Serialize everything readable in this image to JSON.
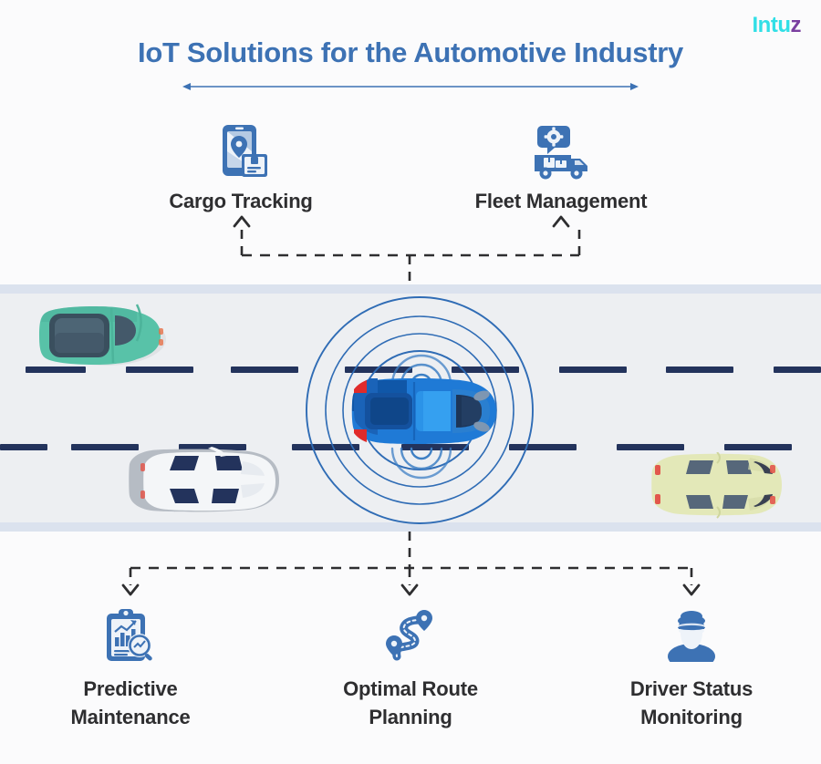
{
  "brand": {
    "name_main": "Intu",
    "name_accent": "z",
    "icon": "intuz-logo"
  },
  "header": {
    "title": "IoT Solutions for the Automotive Industry",
    "rule_icon": "double-arrow-rule",
    "title_color": "#3d72b4"
  },
  "features_top": [
    {
      "id": "cargo-tracking",
      "label": "Cargo Tracking",
      "icon": "phone-map-package-icon",
      "arrow": "arrow-up"
    },
    {
      "id": "fleet-management",
      "label": "Fleet Management",
      "icon": "truck-gear-icon",
      "arrow": "arrow-up"
    }
  ],
  "features_bottom": [
    {
      "id": "predictive-maintenance",
      "label_line1": "Predictive",
      "label_line2": "Maintenance",
      "icon": "clipboard-chart-magnifier-icon",
      "arrow": "arrow-down"
    },
    {
      "id": "optimal-route-planning",
      "label_line1": "Optimal Route",
      "label_line2": "Planning",
      "icon": "winding-route-pins-icon",
      "arrow": "arrow-down"
    },
    {
      "id": "driver-status-monitoring",
      "label_line1": "Driver Status",
      "label_line2": "Monitoring",
      "icon": "driver-cap-person-icon",
      "arrow": "arrow-down"
    }
  ],
  "scene": {
    "road_icon": "two-lane-road",
    "lane_marking_color": "#23335c",
    "road_surface_color": "#edeff2",
    "road_edge_color": "#dbe2ee",
    "radar_icon": "concentric-radar-rings",
    "radar_color": "#2f6cb5",
    "signal_icon": "signal-wave-arcs",
    "vehicles": [
      {
        "id": "hero-car",
        "icon": "blue-car-top-view",
        "color": "#1f7ad6",
        "lane": "center"
      },
      {
        "id": "teal-car",
        "icon": "teal-car-top-view",
        "color": "#58c2a8",
        "lane": "upper-left"
      },
      {
        "id": "white-car",
        "icon": "white-car-top-view",
        "color": "#f4f6f8",
        "lane": "lower-left"
      },
      {
        "id": "cream-car",
        "icon": "cream-car-top-view",
        "color": "#e3e8b8",
        "lane": "lower-right"
      }
    ]
  },
  "connectors": {
    "top_icon": "dashed-bracket-up",
    "bottom_icon": "dashed-bracket-down",
    "color": "#2e2e30"
  }
}
